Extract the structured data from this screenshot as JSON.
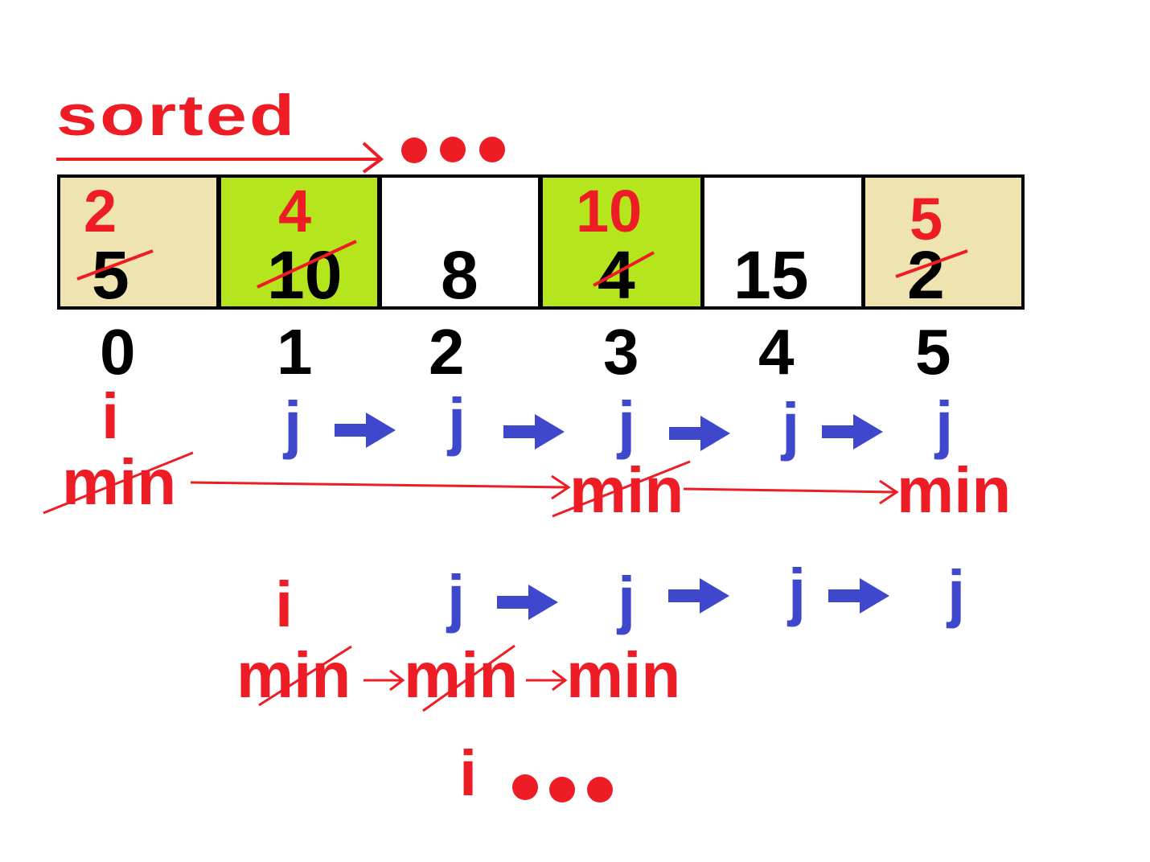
{
  "title": "sorted",
  "ellipsis": "...",
  "colors": {
    "red": "#ee1c24",
    "blue": "#3f48cc",
    "tan": "#efe4b0",
    "green": "#b5e61d",
    "white": "#ffffff",
    "border": "#000000"
  },
  "array": [
    {
      "index": "0",
      "old": "5",
      "new": "2",
      "fill": "tan"
    },
    {
      "index": "1",
      "old": "10",
      "new": "4",
      "fill": "green"
    },
    {
      "index": "2",
      "old": "8",
      "new": "",
      "fill": "white"
    },
    {
      "index": "3",
      "old": "4",
      "new": "10",
      "fill": "green"
    },
    {
      "index": "4",
      "old": "15",
      "new": "",
      "fill": "white"
    },
    {
      "index": "5",
      "old": "2",
      "new": "5",
      "fill": "tan"
    }
  ],
  "pass1": {
    "i": "i",
    "j": [
      "j",
      "j",
      "j",
      "j",
      "j"
    ],
    "min": [
      "min",
      "min",
      "min"
    ]
  },
  "pass2": {
    "i": "i",
    "j": [
      "j",
      "j",
      "j",
      "j"
    ],
    "min": [
      "min",
      "min",
      "min"
    ]
  },
  "pass3": {
    "i": "i",
    "ellipsis": "..."
  }
}
